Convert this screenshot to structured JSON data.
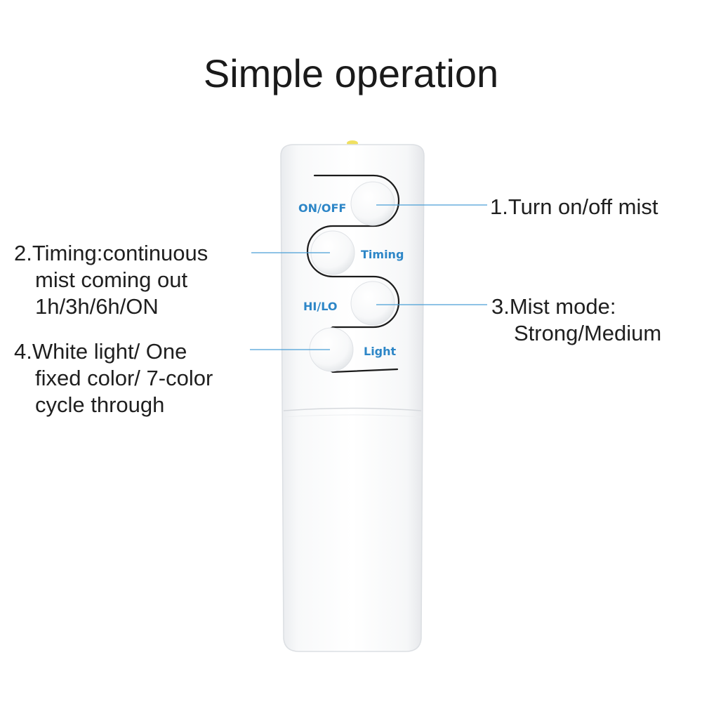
{
  "title": "Simple operation",
  "remote": {
    "buttons": [
      {
        "id": "on_off",
        "label": "ON/OFF"
      },
      {
        "id": "timing",
        "label": "Timing"
      },
      {
        "id": "hi_lo",
        "label": "HI/LO"
      },
      {
        "id": "light",
        "label": "Light"
      }
    ]
  },
  "callouts": {
    "c1": {
      "lines": [
        "1.Turn on/off mist"
      ]
    },
    "c2": {
      "lines": [
        "2.Timing:continuous",
        "mist coming out",
        "1h/3h/6h/ON"
      ]
    },
    "c3": {
      "lines": [
        "3.Mist mode:",
        "Strong/Medium"
      ]
    },
    "c4": {
      "lines": [
        "4.White light/ One",
        "fixed color/ 7-color",
        "cycle through"
      ]
    }
  },
  "colors": {
    "label_blue": "#2d86c7",
    "leader_line": "#4a9fd6",
    "body": "#f7f8f9"
  }
}
